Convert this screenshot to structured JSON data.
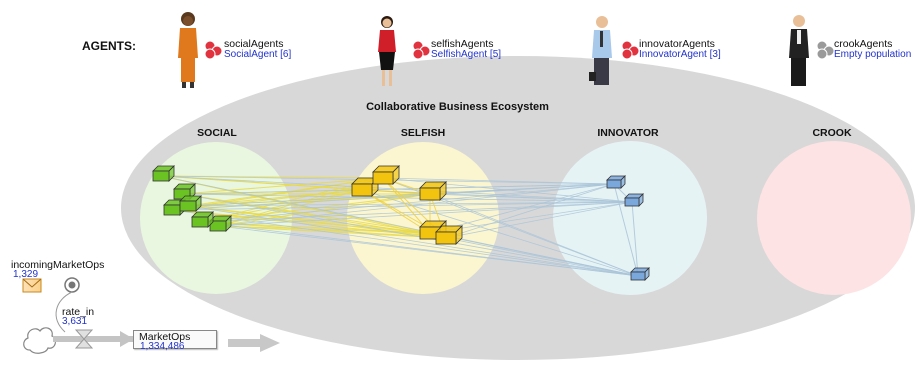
{
  "header": {
    "agents_label": "AGENTS:"
  },
  "populations": [
    {
      "name": "socialAgents",
      "detail": "SocialAgent [6]",
      "color": "#e1333f"
    },
    {
      "name": "selfishAgents",
      "detail": "SelfishAgent [5]",
      "color": "#e1333f"
    },
    {
      "name": "innovatorAgents",
      "detail": "InnovatorAgent [3]",
      "color": "#e1333f"
    },
    {
      "name": "crookAgents",
      "detail": "Empty population",
      "color": "#9a9a9a"
    }
  ],
  "ecosystem": {
    "title": "Collaborative Business Ecosystem",
    "regions": [
      {
        "label": "SOCIAL",
        "color": "#eaf7e0"
      },
      {
        "label": "SELFISH",
        "color": "#fbf6cf"
      },
      {
        "label": "INNOVATOR",
        "color": "#e6f3f5"
      },
      {
        "label": "CROOK",
        "color": "#fde3e3"
      }
    ],
    "node_colors": {
      "social": "#6ac322",
      "selfish": "#f2c40f",
      "innovator": "#7aa7dc"
    },
    "link_colors": {
      "social": "#e8d94a",
      "selfish": "#f0d040",
      "innovator": "#aac4d8"
    }
  },
  "system_dynamics": {
    "incoming": {
      "label": "incomingMarketOps",
      "value": "1,329"
    },
    "rate": {
      "label": "rate_in",
      "value": "3,631"
    },
    "stock": {
      "label": "MarketOps",
      "value": "1,334,486"
    }
  }
}
